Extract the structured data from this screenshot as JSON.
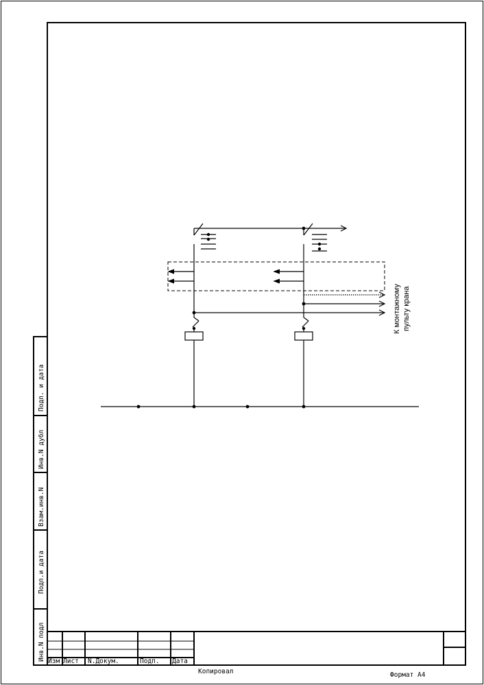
{
  "side_stamp": [
    "Инв.N подл",
    "Подп.и дата",
    "Взам.инв.N",
    "Инв.N дубл",
    "Подп. и дата"
  ],
  "title_block": {
    "cols": [
      "Изм",
      "Лист",
      "N.Докум.",
      "Подп.",
      "Дата"
    ]
  },
  "footer": {
    "copied": "Копировал",
    "format": "Формат  А4"
  },
  "diagram": {
    "label_line1": "К монтажному",
    "label_line2": "пульту крана"
  }
}
